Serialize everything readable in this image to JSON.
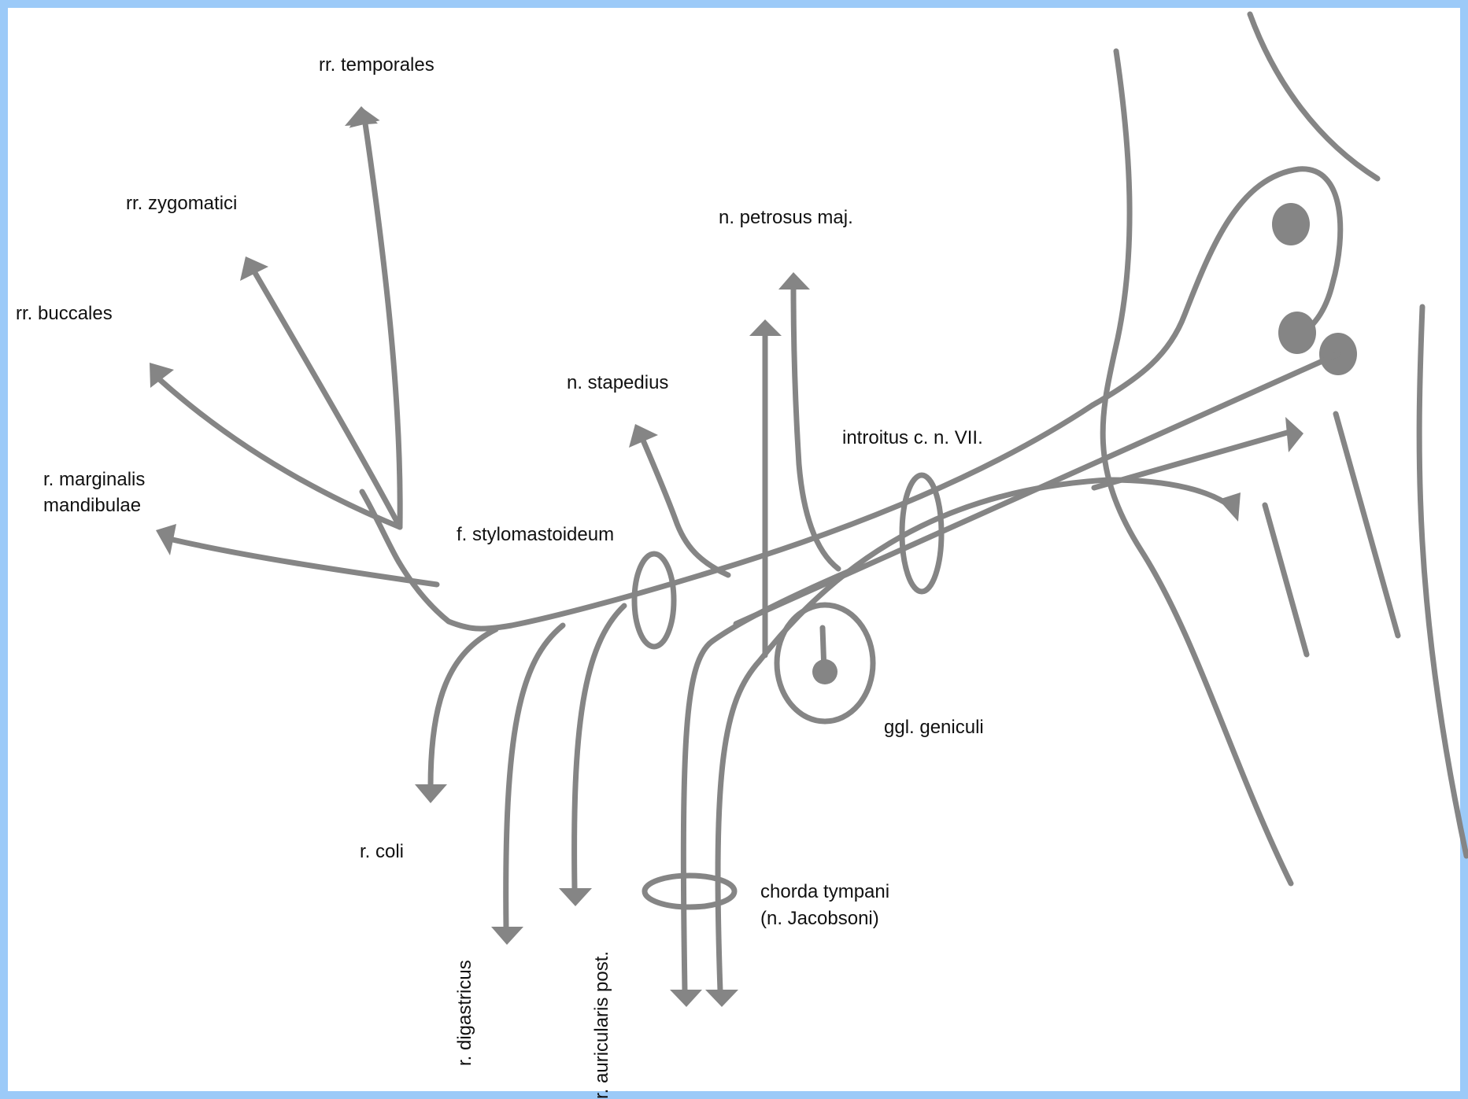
{
  "colors": {
    "frame": "#9ccaf8",
    "nerve": "#858585",
    "text": "#111111",
    "background": "#ffffff"
  },
  "labels": {
    "rr_temporales": "rr. temporales",
    "rr_zygomatici": "rr. zygomatici",
    "rr_buccales": "rr. buccales",
    "r_marginalis_line1": "r. marginalis",
    "r_marginalis_line2": "mandibulae",
    "n_petrosus_maj": "n. petrosus maj.",
    "n_stapedius": "n. stapedius",
    "introitus": "introitus c. n. VII.",
    "f_stylomastoideum": "f. stylomastoideum",
    "ggl_geniculi": "ggl. geniculi",
    "r_coli": "r. coli",
    "chorda_line1": "chorda tympani",
    "chorda_line2": "(n. Jacobsoni)",
    "r_digastricus": "r. digastricus",
    "r_auricularis_post": "r. auricularis post."
  }
}
